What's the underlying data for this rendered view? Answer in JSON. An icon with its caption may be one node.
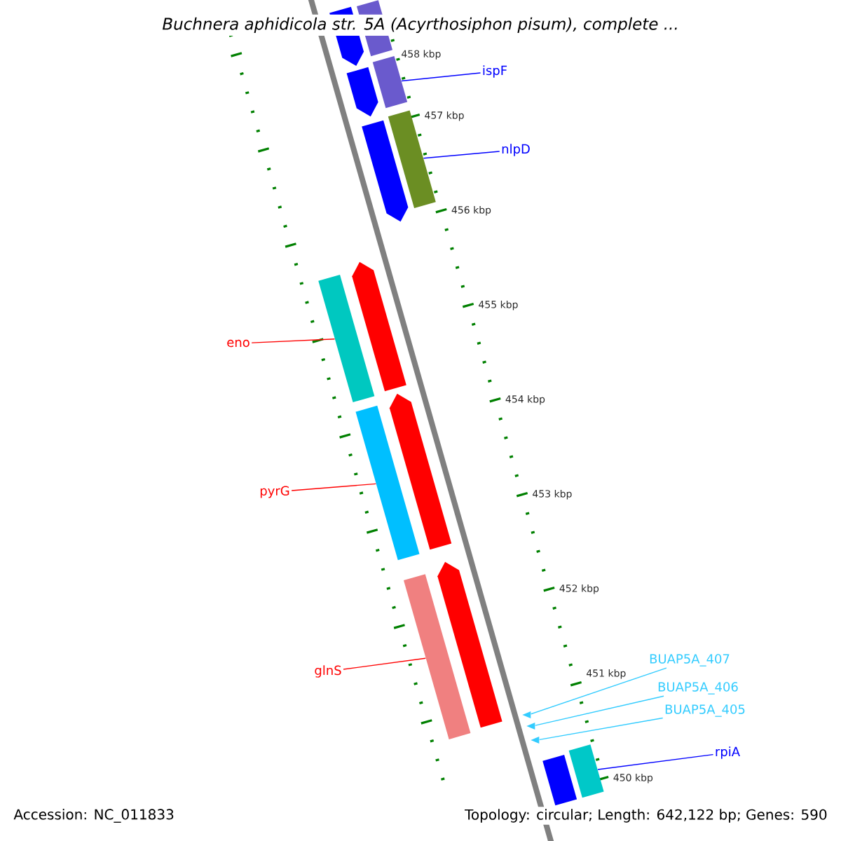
{
  "diagram": {
    "title": "Buchnera aphidicola str. 5A (Acyrthosiphon pisum), complete ...",
    "nodes": [
      {
        "text": [],
        "shape": "pentagon"
      },
      {
        "text": [],
        "shape": "bar"
      },
      {
        "text": [
          "ispF"
        ]
      },
      {
        "text": [],
        "shape": "pentagon"
      },
      {
        "text": [],
        "shape": "bar"
      },
      {
        "text": [
          "nlpD"
        ]
      },
      {
        "text": [],
        "shape": "pentagon"
      },
      {
        "text": [],
        "shape": "bar"
      },
      {
        "text": [],
        "shape": "pentagon"
      },
      {
        "text": [],
        "shape": "bar"
      },
      {
        "text": [
          "eno"
        ]
      },
      {
        "text": [],
        "shape": "pentagon"
      },
      {
        "text": [],
        "shape": "bar"
      },
      {
        "text": [
          "pyrG"
        ]
      },
      {
        "text": [],
        "shape": "pentagon"
      },
      {
        "text": [],
        "shape": "bar"
      },
      {
        "text": [
          "glnS"
        ]
      },
      {
        "text": [
          "BUAP5A_407"
        ]
      },
      {
        "text": [],
        "shape": "triangle"
      },
      {
        "text": [
          "BUAP5A_406"
        ]
      },
      {
        "text": [],
        "shape": "triangle"
      },
      {
        "text": [
          "BUAP5A_405"
        ]
      },
      {
        "text": [],
        "shape": "triangle"
      },
      {
        "text": [
          "rpiA"
        ]
      },
      {
        "text": [],
        "shape": "bar"
      },
      {
        "text": [],
        "shape": "bar"
      }
    ],
    "edges": [
      {
        "from": 2,
        "to": 4,
        "arrow": "none",
        "color": "#0000ff"
      },
      {
        "from": 5,
        "to": 7,
        "arrow": "none",
        "color": "#0000ff"
      },
      {
        "from": 10,
        "to": 9,
        "arrow": "none",
        "color": "#ff0000"
      },
      {
        "from": 13,
        "to": 12,
        "arrow": "none",
        "color": "#ff0000"
      },
      {
        "from": 16,
        "to": 15,
        "arrow": "none",
        "color": "#ff0000"
      },
      {
        "from": 17,
        "to": 18,
        "arrow": "none",
        "color": "#33ccff"
      },
      {
        "from": 19,
        "to": 20,
        "arrow": "none",
        "color": "#33ccff"
      },
      {
        "from": 21,
        "to": 22,
        "arrow": "none",
        "color": "#33ccff"
      },
      {
        "from": 23,
        "to": 25,
        "arrow": "none",
        "color": "#0000ff"
      }
    ],
    "labels": [
      "458 kbp",
      "457 kbp",
      "456 kbp",
      "455 kbp",
      "454 kbp",
      "453 kbp",
      "452 kbp",
      "451 kbp",
      "450 kbp",
      "Accession: NC_011833",
      "Topology: circular; Length: 642,122 bp; Genes: 590"
    ]
  }
}
